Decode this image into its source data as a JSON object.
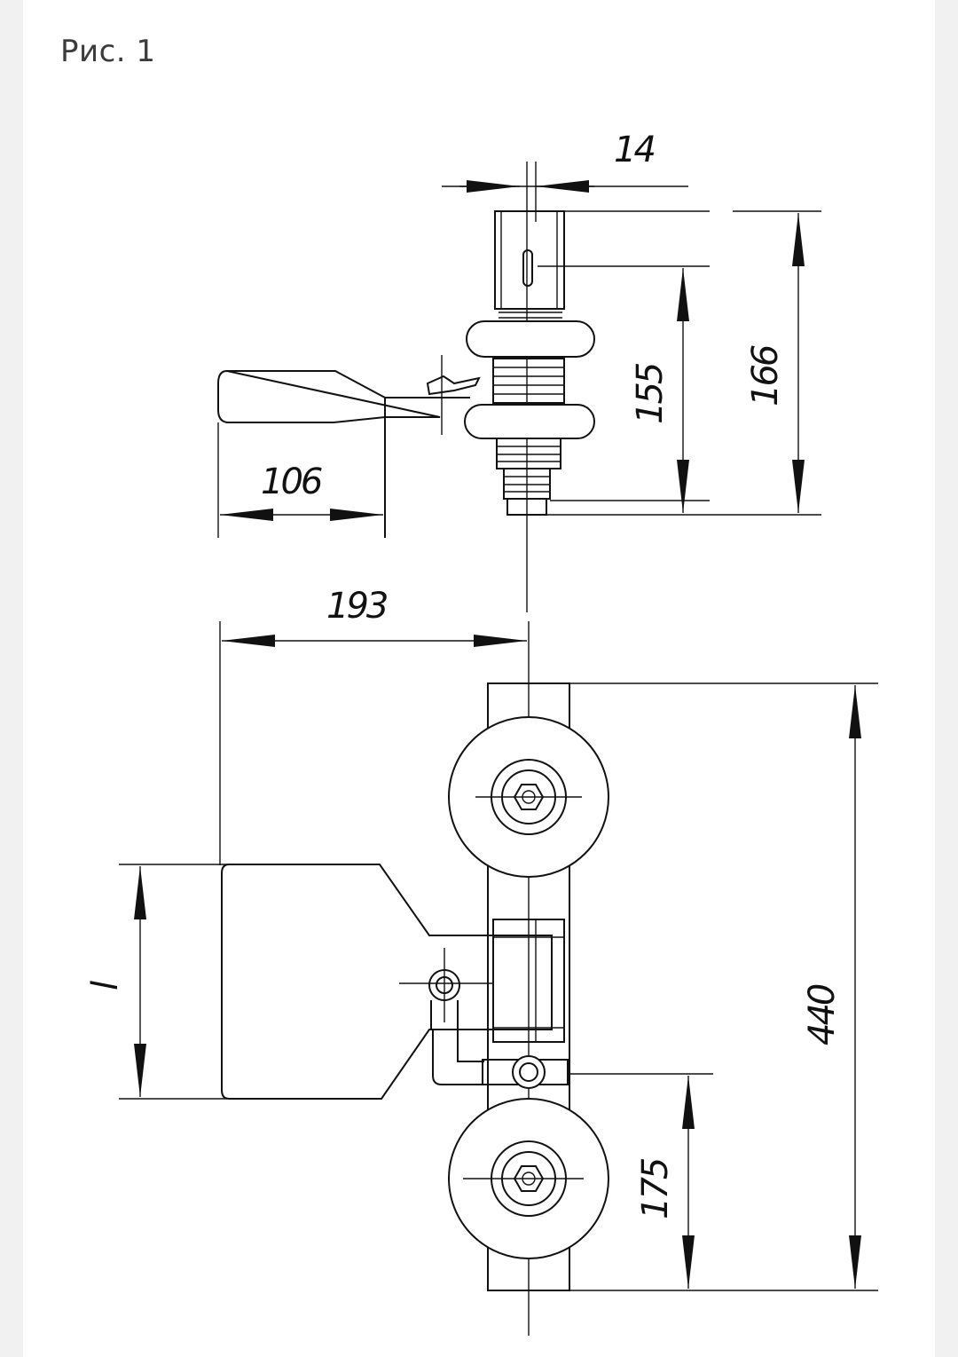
{
  "caption": "Рис. 1",
  "dimensions": {
    "d14": "14",
    "d106": "106",
    "d193": "193",
    "d155": "155",
    "d166": "166",
    "d440": "440",
    "d175": "175",
    "dl": "l"
  }
}
